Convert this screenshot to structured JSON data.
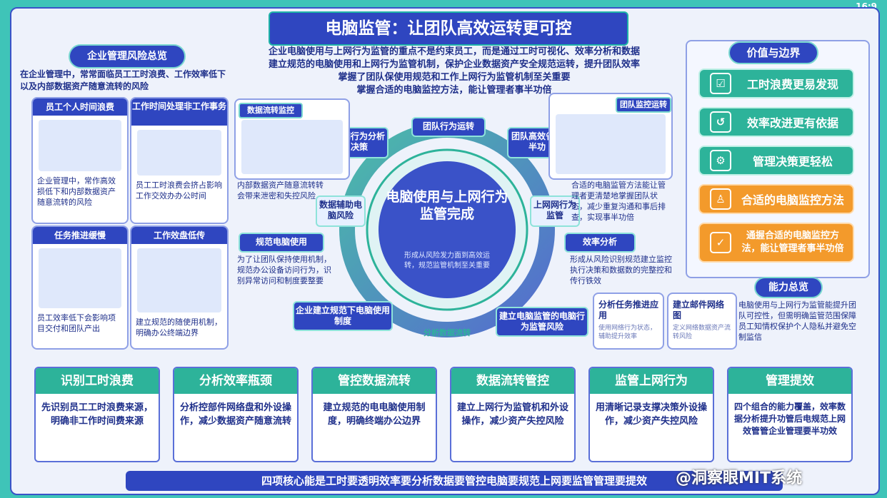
{
  "ratio": "16:9",
  "title": "电脑监管：让团队高效运转更可控",
  "intro": [
    "企业电脑使用与上网行为监管的重点不是约束员工，而是通过工时可视化、效率分析和数据",
    "建立规范的电脑使用和上网行为监管机制，保护企业数据资产安全规范运转，提升团队效率",
    "掌握了团队保使用规范和工作上网行为监管机制至关重要",
    "掌握合适的电脑监控方法，能让管理者事半功倍"
  ],
  "left": {
    "header": "企业管理风险总览",
    "intro": "在企业管理中，常常面临员工工时浪费、工作效率低下以及内部数据资产随意流转的风险",
    "cards": [
      {
        "title": "员工个人时间浪费",
        "text": "企业管理中，常作高效损低下和内部数据资产随意流转的风险"
      },
      {
        "title": "工作时间处理非工作事务",
        "text": "员工工时浪费会挤占影响工作交效办办公时间"
      },
      {
        "title": "任务推进缓慢",
        "text": "员工效率低下会影响项目交付和团队产出"
      },
      {
        "title": "工作效盘低传",
        "text": "建立规范的随使用机制，明确办公终端边界"
      }
    ]
  },
  "center": {
    "core": "电脑使用与上网行为监管完成",
    "core_sub": "形成从风险发力面到高效运转，规范监管机制至关重要",
    "left_top_title": "数据流转监控",
    "left_top_text": "内部数据资产随意流转转会带来泄密和失控风险",
    "right_top_title": "团队监控运转",
    "right_top_text": "合适的电脑监管方法能让管理者更清楚地掌握团队状态，减少重复沟通和事后排查，实现事半功倍",
    "ring_labels": [
      "上网行为分析决策",
      "团队行为运转",
      "团队高效省管半功",
      "数据辅助电脑风险",
      "上网网行为监管",
      "规范电脑使用",
      "效率分析",
      "企业建立规范下电脑使用制度",
      "建立电脑监管的电脑行为监管风险",
      "分析数据流转"
    ],
    "left_mid_text": "为了让团队保持使用机制，规范办公设备访问行为，识别异常访问和制度要整要",
    "right_mid_text": "形成从风险识别规范建立监控执行决策和数据数的完整控和传行铁效",
    "mini_cards": [
      {
        "title": "分析任务推进应用",
        "text": "使用网络行为状态，辅助提升效率"
      },
      {
        "title": "建立邮件网络图",
        "text": "定义网络数据资产流转风险"
      }
    ]
  },
  "right": {
    "header": "价值与边界",
    "values": [
      {
        "icon": "☑",
        "label": "工时浪费更易发现",
        "type": "teal"
      },
      {
        "icon": "↺",
        "label": "效率改进更有依据",
        "type": "teal"
      },
      {
        "icon": "⚙",
        "label": "管理决策更轻松",
        "type": "teal"
      },
      {
        "icon": "♙",
        "label": "合适的电脑监控方法",
        "type": "orange"
      },
      {
        "icon": "✓",
        "label": "通握合适的电脑监控方法，能让管理者事半功倍",
        "type": "orange"
      }
    ],
    "ability_header": "能力总览",
    "ability_text": "电脑使用与上网行为监管能提升团队可控性，但需明确监管范围保障员工知情权保护个人隐私并避免空制监信"
  },
  "bottom": [
    {
      "title": "识别工时浪费",
      "text": "先识别员工工时浪费来源，明确非工作时间费来源"
    },
    {
      "title": "分析效率瓶颈",
      "text": "分析控部件网络盘和外设操作，减少数据资产随意流转"
    },
    {
      "title": "管控数据流转",
      "text": "建立规范的电电脑使用制度，明确终端办公边界"
    },
    {
      "title": "数据流转管控",
      "text": "建立上网行为监管机和外设操作，减少资产失控风险"
    },
    {
      "title": "监管上网行为",
      "text": "用清晰记录支撑决策外设操作，减少资产失控风险"
    },
    {
      "title": "管理提效",
      "text": "四个组合的能力覆盖，效率数据分析提升功管后电规范上网效管管企业管理要半功效"
    }
  ],
  "footer": "四项核心能是工时要透明效率要分析数据要管控电脑要规范上网要监管管理要提效",
  "watermark": "@洞察眼MIT系统"
}
